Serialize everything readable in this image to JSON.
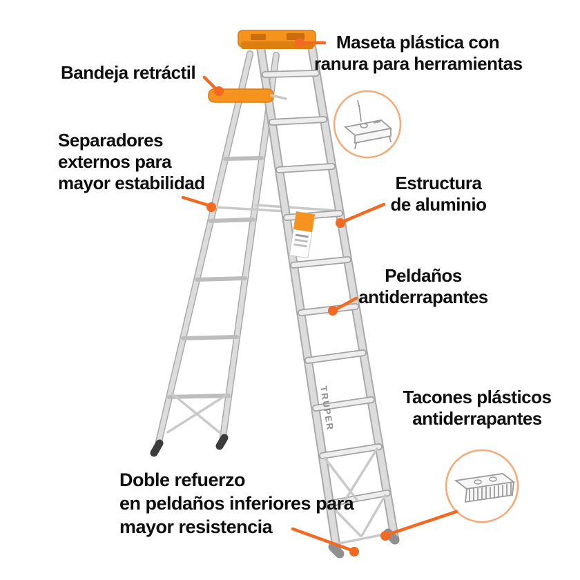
{
  "page": {
    "background": "#FFFFFF"
  },
  "colors": {
    "accent": "#F26A21",
    "ladder_plastic": "#F6921E",
    "detail_ring": "#F5A974",
    "ladder_gray": "#DCDCDC"
  },
  "ladder": {
    "brand": "TRUPER"
  },
  "callouts": {
    "maseta": {
      "lines": [
        "Maseta plástica con",
        "ranura para herramientas"
      ]
    },
    "bandeja": {
      "lines": [
        "Bandeja retráctil"
      ]
    },
    "separadores": {
      "lines": [
        "Separadores",
        "externos para",
        "mayor estabilidad"
      ]
    },
    "estructura": {
      "lines": [
        "Estructura",
        "de aluminio"
      ]
    },
    "peldanos": {
      "lines": [
        "Peldaños",
        "antiderrapantes"
      ]
    },
    "tacones": {
      "lines": [
        "Tacones plásticos",
        "antiderrapantes"
      ]
    },
    "doble_refuerzo": {
      "lines": [
        "Doble refuerzo",
        "en peldaños inferiores para",
        "mayor resistencia"
      ]
    }
  }
}
